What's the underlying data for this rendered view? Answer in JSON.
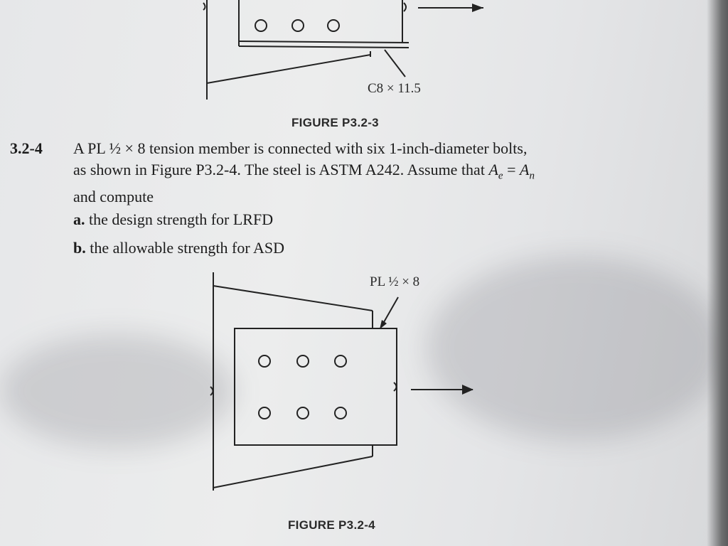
{
  "figure_top": {
    "member_label": "C8 × 11.5",
    "caption": "FIGURE P3.2-3"
  },
  "problem": {
    "number": "3.2-4",
    "text_line1": "A PL ½ × 8 tension member is connected with six 1-inch-diameter bolts,",
    "text_line2_a": "as shown in Figure P3.2-4. The steel is ASTM A242. Assume that ",
    "ae_var": "A",
    "ae_sub": "e",
    "equals": " = ",
    "an_var": "A",
    "an_sub": "n",
    "text_line3": "and compute",
    "items": [
      {
        "marker": "a.",
        "text": "the design strength for LRFD"
      },
      {
        "marker": "b.",
        "text": "the allowable strength for ASD"
      }
    ]
  },
  "figure_bottom": {
    "plate_label": "PL ½ × 8",
    "caption": "FIGURE P3.2-4"
  }
}
